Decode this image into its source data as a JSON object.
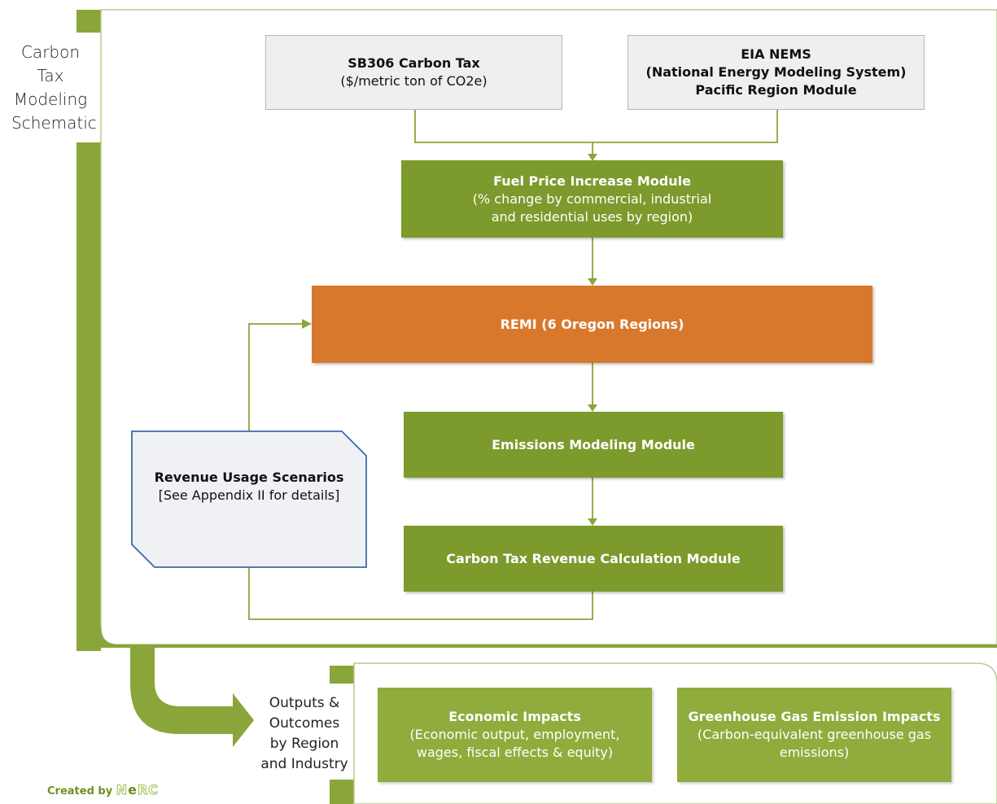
{
  "side_title": [
    "Carbon",
    "Tax",
    "Modeling",
    "Schematic"
  ],
  "boxes": {
    "sb306": {
      "title": "SB306 Carbon Tax",
      "sub": "($/metric ton of CO2e)"
    },
    "nems": {
      "line1": "EIA NEMS",
      "line2": "(National Energy Modeling System)",
      "line3": "Pacific Region Module"
    },
    "fuel": {
      "title": "Fuel Price Increase Module",
      "line1": "(% change by commercial, industrial",
      "line2": "and residential uses by region)"
    },
    "remi": {
      "title": "REMI (6 Oregon Regions)"
    },
    "emissions": {
      "title": "Emissions Modeling Module"
    },
    "revcalc": {
      "title": "Carbon Tax Revenue Calculation Module"
    },
    "revusage": {
      "title": "Revenue Usage Scenarios",
      "sub": "[See Appendix II for details]"
    }
  },
  "outputs_label": [
    "Outputs &",
    "Outcomes",
    "by Region",
    "and Industry"
  ],
  "outputs": {
    "economic": {
      "title": "Economic Impacts",
      "line1": "(Economic output, employment,",
      "line2": "wages, fiscal effects & equity)"
    },
    "ghg": {
      "title": "Greenhouse Gas Emission Impacts",
      "line1": "(Carbon-equivalent greenhouse gas",
      "line2": "emissions)"
    }
  },
  "credit": {
    "prefix": "Created by",
    "logo": "NeRC"
  },
  "colors": {
    "green": "#7d9a2c",
    "light_green": "#8fac3c",
    "orange": "#d8782d",
    "panel_border": "#9aae5a",
    "revenue_border": "#3b6aa8"
  }
}
